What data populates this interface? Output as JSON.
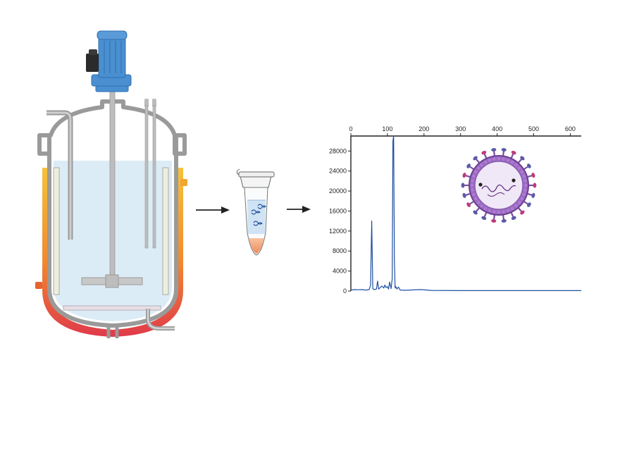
{
  "colors": {
    "motor": "#4a8fd0",
    "motor_dark": "#2f6fb0",
    "liquid": "#dcecf7",
    "vessel_wall": "#b8b8b8",
    "vessel_outline": "#8a8a8a",
    "jacket_top": "#f5c23a",
    "jacket_bottom": "#e03a4a",
    "arrow": "#222222",
    "trace": "#1f4fa0",
    "virus_outer": "#7a4fa0",
    "virus_inner": "#c9b6de"
  },
  "icons": {
    "bioreactor": "bioreactor-icon",
    "tube": "microcentrifuge-tube-icon",
    "virus": "virus-particle-icon"
  },
  "chart_data": {
    "type": "line",
    "x_ticks": [
      0,
      100,
      200,
      300,
      400,
      500,
      600
    ],
    "y_ticks": [
      0,
      4000,
      8000,
      12000,
      16000,
      20000,
      24000,
      28000
    ],
    "x_tick_labels": [
      "0",
      "100",
      "200",
      "300",
      "400",
      "500",
      "600"
    ],
    "y_tick_labels": [
      "0",
      "4000",
      "8000",
      "12000",
      "16000",
      "20000",
      "24000",
      "28000"
    ],
    "xlim": [
      0,
      630
    ],
    "ylim": [
      0,
      31000
    ],
    "x_axis_position": "top",
    "grid": false,
    "series": [
      {
        "x": [
          0,
          10,
          20,
          30,
          40,
          50,
          54,
          57,
          60,
          63,
          70,
          73,
          76,
          85,
          90,
          93,
          96,
          100,
          103,
          106,
          110,
          113,
          115,
          117,
          119,
          121,
          123,
          126,
          130,
          135,
          150,
          190,
          220,
          300,
          630
        ],
        "y": [
          200,
          300,
          250,
          300,
          200,
          300,
          1200,
          14000,
          500,
          300,
          400,
          2000,
          400,
          1000,
          600,
          1200,
          700,
          900,
          400,
          1800,
          500,
          2500,
          30000,
          31000,
          6000,
          600,
          900,
          400,
          800,
          200,
          150,
          300,
          120,
          80,
          80
        ]
      }
    ]
  }
}
